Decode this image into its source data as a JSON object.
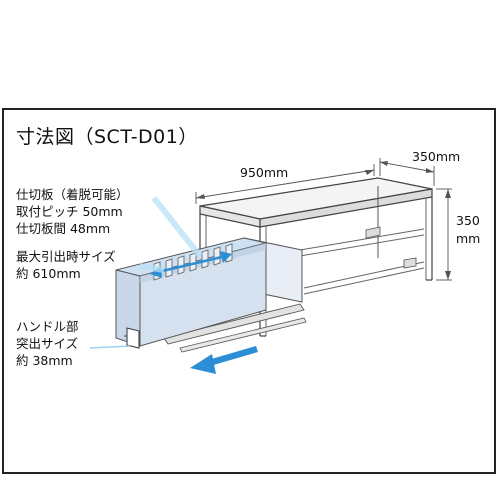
{
  "title": "寸法図（SCT-D01）",
  "dimensions": {
    "width": "950mm",
    "depth": "350mm",
    "height_value": "350",
    "height_unit": "mm"
  },
  "annotations": {
    "partition_line1": "仕切板（着脱可能）",
    "partition_line2": "取付ピッチ 50mm",
    "partition_line3": "仕切板間 48mm",
    "max_pull_line1": "最大引出時サイズ",
    "max_pull_line2": "約 610mm",
    "handle_line1": "ハンドル部",
    "handle_line2": "突出サイズ",
    "handle_line3": "約 38mm"
  },
  "colors": {
    "frame_fill": "#f2f2f2",
    "frame_stroke": "#444444",
    "drawer_fill": "#cfdcec",
    "arrow": "#2b8fd6",
    "highlight": "#b9e0f7"
  }
}
